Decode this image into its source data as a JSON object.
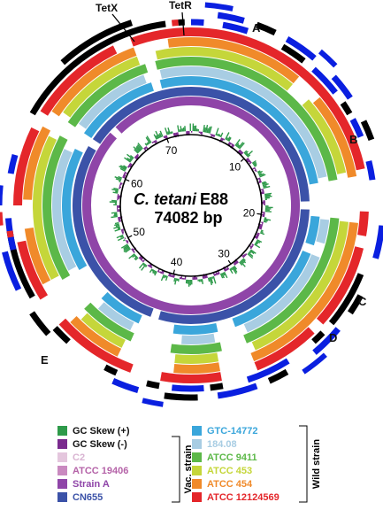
{
  "genome": {
    "name_italic": "C. tetani",
    "name_suffix": "E88",
    "size_label": "74082 bp",
    "size_bp": 74082
  },
  "gene_labels": {
    "tetx": "TetX",
    "tetr": "TetR"
  },
  "region_labels": [
    "A",
    "B",
    "C",
    "D",
    "E"
  ],
  "ticks_kb": [
    "10",
    "20",
    "30",
    "40",
    "50",
    "60",
    "70"
  ],
  "legend": {
    "left": [
      {
        "label": "GC Skew  (+)",
        "color": "#2e9a4a",
        "text_color": "#111111"
      },
      {
        "label": "GC Skew  (-)",
        "color": "#7a2a8e",
        "text_color": "#111111"
      },
      {
        "label": "C2",
        "color": "#e4c6dd",
        "text_color": "#d9b4d2"
      },
      {
        "label": "ATCC 19406",
        "color": "#c98ac0",
        "text_color": "#b563a8"
      },
      {
        "label": "Strain A",
        "color": "#8f45a8",
        "text_color": "#8f45a8"
      },
      {
        "label": "CN655",
        "color": "#3b52a8",
        "text_color": "#3b52a8"
      }
    ],
    "right": [
      {
        "label": "GTC-14772",
        "color": "#3aa6db",
        "text_color": "#3aa6db"
      },
      {
        "label": "184.08",
        "color": "#a8cde3",
        "text_color": "#a8cde3"
      },
      {
        "label": "ATCC 9411",
        "color": "#5cb848",
        "text_color": "#5cb848"
      },
      {
        "label": "ATCC 453",
        "color": "#c5d63a",
        "text_color": "#c5d63a"
      },
      {
        "label": "ATCC 454",
        "color": "#f08a2a",
        "text_color": "#f08a2a"
      },
      {
        "label": "ATCC 12124569",
        "color": "#e4262a",
        "text_color": "#e4262a"
      }
    ],
    "group_vac": "Vac. strain",
    "group_wild": "Wild strain"
  },
  "colors": {
    "cds_plus": "#000000",
    "cds_minus": "#0a1fe0",
    "cds_red": "#e4262a"
  }
}
